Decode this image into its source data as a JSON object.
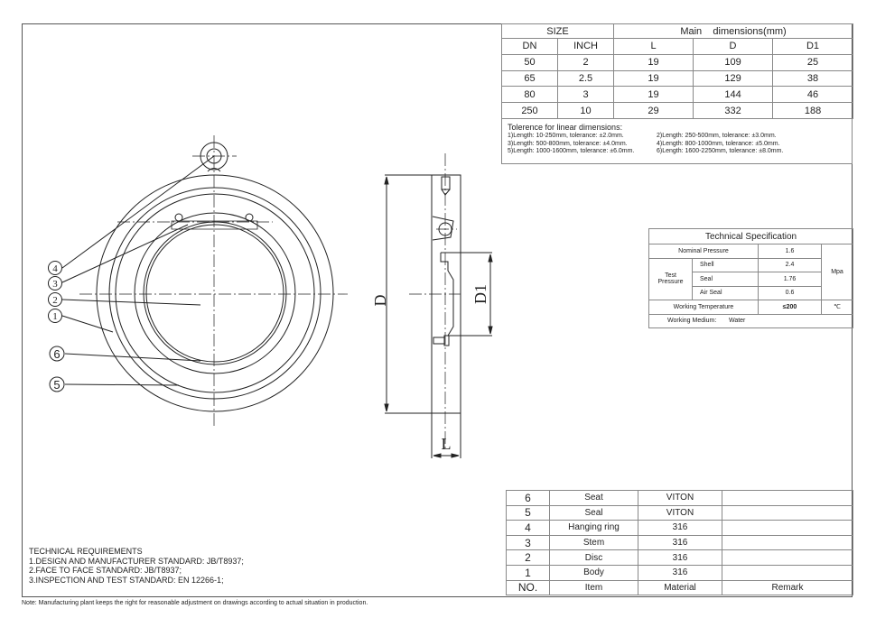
{
  "size_table": {
    "group_headers": {
      "size": "SIZE",
      "main_dimensions": "Main    dimensions(mm)"
    },
    "columns": [
      "DN",
      "INCH",
      "L",
      "D",
      "D1"
    ],
    "rows": [
      [
        "50",
        "2",
        "19",
        "109",
        "25"
      ],
      [
        "65",
        "2.5",
        "19",
        "129",
        "38"
      ],
      [
        "80",
        "3",
        "19",
        "144",
        "46"
      ],
      [
        "250",
        "10",
        "29",
        "332",
        "188"
      ]
    ]
  },
  "tolerance": {
    "title": "Tolerence for linear dimensions:",
    "items": [
      "1)Length: 10-250mm, tolerance: ±2.0mm.",
      "2)Length: 250-500mm, tolerance: ±3.0mm.",
      "3)Length: 500-800mm, tolerance: ±4.0mm.",
      "4)Length: 800-1000mm, tolerance: ±5.0mm.",
      "5)Length: 1000-1600mm, tolerance: ±6.0mm.",
      "6)Length: 1600-2250mm, tolerance: ±8.0mm."
    ]
  },
  "tech_spec": {
    "title": "Technical  Specification",
    "nominal_label": "Nominal Pressure",
    "nominal_value": "1.6",
    "test_label": "Test Pressure",
    "shell_label": "Shell",
    "shell_value": "2.4",
    "seal_label": "Seal",
    "seal_value": "1.76",
    "air_seal_label": "Air Seal",
    "air_seal_value": "0.6",
    "pressure_unit": "Mpa",
    "temp_label": "Working Temperature",
    "temp_value": "≤200",
    "temp_unit": "℃",
    "medium_label": "Working Medium:",
    "medium_value": "Water"
  },
  "parts_table": {
    "rows": [
      {
        "no": "6",
        "item": "Seat",
        "material": "VITON",
        "remark": ""
      },
      {
        "no": "5",
        "item": "Seal",
        "material": "VITON",
        "remark": ""
      },
      {
        "no": "4",
        "item": "Hanging ring",
        "material": "316",
        "remark": ""
      },
      {
        "no": "3",
        "item": "Stem",
        "material": "316",
        "remark": ""
      },
      {
        "no": "2",
        "item": "Disc",
        "material": "316",
        "remark": ""
      },
      {
        "no": "1",
        "item": "Body",
        "material": "316",
        "remark": ""
      }
    ],
    "header": {
      "no": "NO.",
      "item": "Item",
      "material": "Material",
      "remark": "Remark"
    }
  },
  "technical_requirements": {
    "title": "TECHNICAL REQUIREMENTS",
    "lines": [
      "1.DESIGN AND MANUFACTURER STANDARD: JB/T8937;",
      "2.FACE TO FACE STANDARD: JB/T8937;",
      "3.INSPECTION AND TEST STANDARD: EN 12266-1;"
    ]
  },
  "note": "Note: Manufacturing plant keeps the right for reasonable adjustment on drawings according to actual situation in production.",
  "drawing": {
    "balloons": [
      "4",
      "3",
      "2",
      "1",
      "6",
      "5"
    ],
    "dim_labels": {
      "D": "D",
      "D1": "D1",
      "L": "L"
    }
  }
}
